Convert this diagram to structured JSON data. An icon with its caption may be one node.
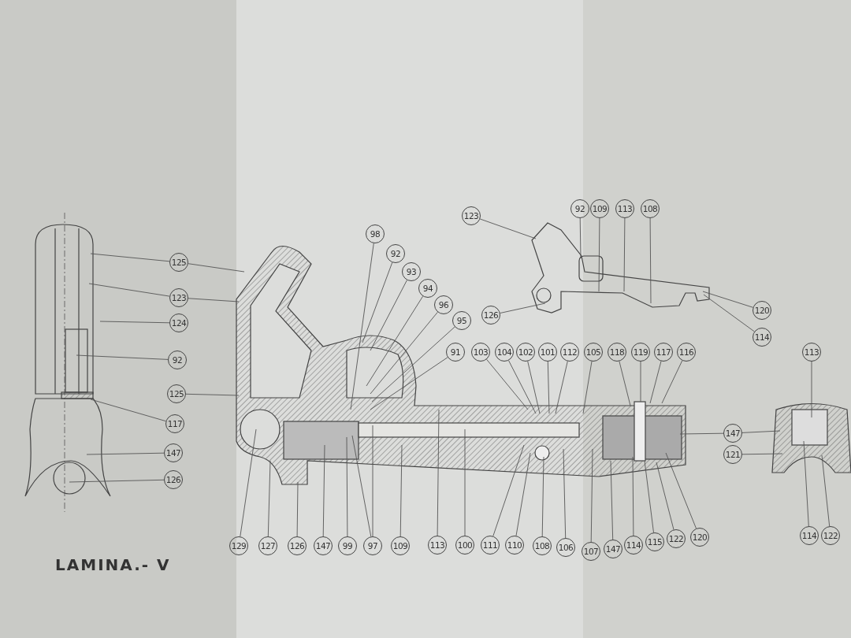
{
  "diagram": {
    "nodes": [
      {
        "text": [
          "125"
        ]
      },
      {
        "text": [
          "123"
        ]
      },
      {
        "text": [
          "124"
        ]
      },
      {
        "text": [
          "92"
        ]
      },
      {
        "text": [
          "125"
        ]
      },
      {
        "text": [
          "117"
        ]
      },
      {
        "text": [
          "147"
        ]
      },
      {
        "text": [
          "126"
        ]
      },
      {
        "text": [
          "98"
        ]
      },
      {
        "text": [
          "92"
        ]
      },
      {
        "text": [
          "93"
        ]
      },
      {
        "text": [
          "94"
        ]
      },
      {
        "text": [
          "96"
        ]
      },
      {
        "text": [
          "95"
        ]
      },
      {
        "text": [
          "123"
        ]
      },
      {
        "text": [
          "92"
        ]
      },
      {
        "text": [
          "109"
        ]
      },
      {
        "text": [
          "113"
        ]
      },
      {
        "text": [
          "108"
        ]
      },
      {
        "text": [
          "126"
        ]
      },
      {
        "text": [
          "120"
        ]
      },
      {
        "text": [
          "114"
        ]
      },
      {
        "text": [
          "91"
        ]
      },
      {
        "text": [
          "103"
        ]
      },
      {
        "text": [
          "104"
        ]
      },
      {
        "text": [
          "102"
        ]
      },
      {
        "text": [
          "101"
        ]
      },
      {
        "text": [
          "112"
        ]
      },
      {
        "text": [
          "105"
        ]
      },
      {
        "text": [
          "118"
        ]
      },
      {
        "text": [
          "119"
        ]
      },
      {
        "text": [
          "117"
        ]
      },
      {
        "text": [
          "116"
        ]
      },
      {
        "text": [
          "113"
        ]
      },
      {
        "text": [
          "147"
        ]
      },
      {
        "text": [
          "121"
        ]
      },
      {
        "text": [
          "129"
        ]
      },
      {
        "text": [
          "127"
        ]
      },
      {
        "text": [
          "126"
        ]
      },
      {
        "text": [
          "147"
        ]
      },
      {
        "text": [
          "99"
        ]
      },
      {
        "text": [
          "97"
        ]
      },
      {
        "text": [
          "109"
        ]
      },
      {
        "text": [
          "113"
        ]
      },
      {
        "text": [
          "100"
        ]
      },
      {
        "text": [
          "111"
        ]
      },
      {
        "text": [
          "110"
        ]
      },
      {
        "text": [
          "108"
        ]
      },
      {
        "text": [
          "106"
        ]
      },
      {
        "text": [
          "107"
        ]
      },
      {
        "text": [
          "147"
        ]
      },
      {
        "text": [
          "114"
        ]
      },
      {
        "text": [
          "115"
        ]
      },
      {
        "text": [
          "122"
        ]
      },
      {
        "text": [
          "120"
        ]
      },
      {
        "text": [
          "114"
        ]
      },
      {
        "text": [
          "122"
        ]
      }
    ],
    "edges": [
      {
        "from": 0,
        "to": null,
        "arrow": "none"
      },
      {
        "from": 0,
        "to": null,
        "arrow": "none"
      },
      {
        "from": 1,
        "to": null,
        "arrow": "none"
      },
      {
        "from": 1,
        "to": null,
        "arrow": "none"
      },
      {
        "from": 2,
        "to": null,
        "arrow": "none"
      },
      {
        "from": 3,
        "to": null,
        "arrow": "none"
      },
      {
        "from": 4,
        "to": null,
        "arrow": "none"
      },
      {
        "from": 5,
        "to": null,
        "arrow": "none"
      },
      {
        "from": 6,
        "to": null,
        "arrow": "none"
      },
      {
        "from": 7,
        "to": null,
        "arrow": "none"
      },
      {
        "from": 8,
        "to": null,
        "arrow": "none"
      },
      {
        "from": 9,
        "to": null,
        "arrow": "none"
      },
      {
        "from": 10,
        "to": null,
        "arrow": "none"
      },
      {
        "from": 11,
        "to": null,
        "arrow": "none"
      },
      {
        "from": 12,
        "to": null,
        "arrow": "none"
      },
      {
        "from": 13,
        "to": null,
        "arrow": "none"
      },
      {
        "from": 14,
        "to": null,
        "arrow": "none"
      },
      {
        "from": 15,
        "to": null,
        "arrow": "none"
      },
      {
        "from": 16,
        "to": null,
        "arrow": "none"
      },
      {
        "from": 17,
        "to": null,
        "arrow": "none"
      },
      {
        "from": 18,
        "to": null,
        "arrow": "none"
      },
      {
        "from": 19,
        "to": null,
        "arrow": "none"
      },
      {
        "from": 20,
        "to": null,
        "arrow": "none"
      },
      {
        "from": 21,
        "to": null,
        "arrow": "none"
      },
      {
        "from": 22,
        "to": null,
        "arrow": "none"
      },
      {
        "from": 23,
        "to": null,
        "arrow": "none"
      },
      {
        "from": 24,
        "to": null,
        "arrow": "none"
      },
      {
        "from": 25,
        "to": null,
        "arrow": "none"
      },
      {
        "from": 26,
        "to": null,
        "arrow": "none"
      },
      {
        "from": 27,
        "to": null,
        "arrow": "none"
      },
      {
        "from": 28,
        "to": null,
        "arrow": "none"
      },
      {
        "from": 29,
        "to": null,
        "arrow": "none"
      },
      {
        "from": 30,
        "to": null,
        "arrow": "none"
      },
      {
        "from": 31,
        "to": null,
        "arrow": "none"
      },
      {
        "from": 32,
        "to": null,
        "arrow": "none"
      },
      {
        "from": 33,
        "to": null,
        "arrow": "none"
      },
      {
        "from": 34,
        "to": null,
        "arrow": "none"
      },
      {
        "from": 34,
        "to": null,
        "arrow": "none"
      },
      {
        "from": 35,
        "to": null,
        "arrow": "none"
      },
      {
        "from": 36,
        "to": null,
        "arrow": "none"
      },
      {
        "from": 37,
        "to": null,
        "arrow": "none"
      },
      {
        "from": 38,
        "to": null,
        "arrow": "none"
      },
      {
        "from": 39,
        "to": null,
        "arrow": "none"
      },
      {
        "from": 40,
        "to": null,
        "arrow": "none"
      },
      {
        "from": 41,
        "to": null,
        "arrow": "none"
      },
      {
        "from": 41,
        "to": null,
        "arrow": "none"
      },
      {
        "from": 42,
        "to": null,
        "arrow": "none"
      },
      {
        "from": 43,
        "to": null,
        "arrow": "none"
      },
      {
        "from": 44,
        "to": null,
        "arrow": "none"
      },
      {
        "from": 45,
        "to": null,
        "arrow": "none"
      },
      {
        "from": 46,
        "to": null,
        "arrow": "none"
      },
      {
        "from": 47,
        "to": null,
        "arrow": "none"
      },
      {
        "from": 48,
        "to": null,
        "arrow": "none"
      },
      {
        "from": 49,
        "to": null,
        "arrow": "none"
      },
      {
        "from": 50,
        "to": null,
        "arrow": "none"
      },
      {
        "from": 51,
        "to": null,
        "arrow": "none"
      },
      {
        "from": 52,
        "to": null,
        "arrow": "none"
      },
      {
        "from": 53,
        "to": null,
        "arrow": "none"
      },
      {
        "from": 54,
        "to": null,
        "arrow": "none"
      },
      {
        "from": 55,
        "to": null,
        "arrow": "none"
      },
      {
        "from": 56,
        "to": null,
        "arrow": "none"
      }
    ],
    "labels": [
      "LAMINA.- V"
    ]
  }
}
